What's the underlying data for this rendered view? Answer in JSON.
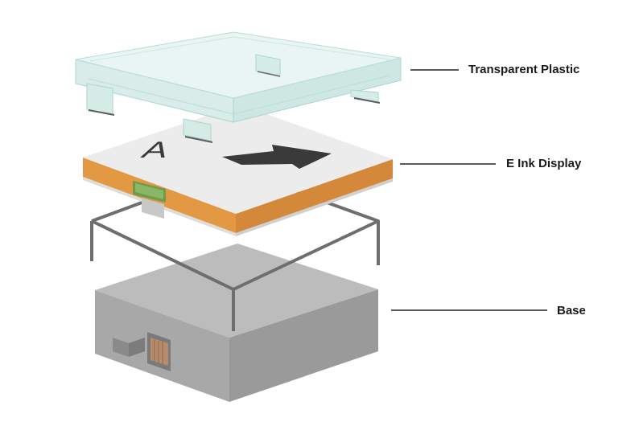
{
  "labels": {
    "transparent_plastic": "Transparent Plastic",
    "eink_display": "E Ink Display",
    "base": "Base"
  },
  "colors": {
    "background": "#ffffff",
    "plastic_fill": "#dff1ee",
    "plastic_edge": "#9fcfc7",
    "display_top": "#ececec",
    "display_edge": "#e49a45",
    "display_edge_dark": "#c97d2e",
    "frame": "#6f6f6f",
    "base_top": "#bdbdbd",
    "base_side_left": "#a9a9a9",
    "base_side_right": "#9c9c9c",
    "label_text": "#1a1a1a",
    "leader_line": "#222222"
  },
  "display_glyph": "A"
}
